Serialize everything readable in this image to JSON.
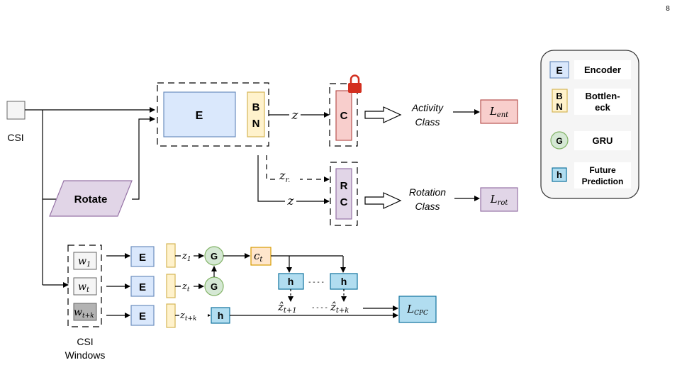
{
  "page_number": "8",
  "csi_label": "CSI",
  "rotate_label": "Rotate",
  "encoder_letter": "E",
  "bn_letters": [
    "B",
    "N"
  ],
  "classifier_letter": "C",
  "rc_letters": [
    "R",
    "C"
  ],
  "z_label": "z",
  "z_r_label": "z",
  "z_r_sub": "r.",
  "activity_class": [
    "Activity",
    "Class"
  ],
  "rotation_class": [
    "Rotation",
    "Class"
  ],
  "loss_ent": {
    "main": "L",
    "sub": "ent"
  },
  "loss_rot": {
    "main": "L",
    "sub": "rot"
  },
  "loss_cpc": {
    "main": "L",
    "sub": "CPC"
  },
  "windows": [
    {
      "main": "w",
      "sub": "1"
    },
    {
      "main": "w",
      "sub": "t"
    },
    {
      "main": "w",
      "sub": "t+k"
    }
  ],
  "csi_windows_label": [
    "CSI",
    "Windows"
  ],
  "z_rows": [
    {
      "main": "z",
      "sub": "1"
    },
    {
      "main": "z",
      "sub": "t"
    },
    {
      "main": "z",
      "sub": "t+k"
    }
  ],
  "gru_letter": "G",
  "context": {
    "main": "c",
    "sub": "t"
  },
  "h_letter": "h",
  "dots": "- - - -",
  "zhat_1": {
    "main": "ẑ",
    "sub": "t+1"
  },
  "zhat_2": {
    "main": "ẑ",
    "sub": "t+k"
  },
  "legend": {
    "items": [
      {
        "symbol": "E",
        "label": "Encoder"
      },
      {
        "symbol": "B N",
        "label": "Bottlen-eck"
      },
      {
        "symbol": "G",
        "label": "GRU"
      },
      {
        "symbol": "h",
        "label": "Future Prediction"
      }
    ],
    "bottleneck_lines": [
      "Bottlen-",
      "eck"
    ],
    "future_lines": [
      "Future",
      "Prediction"
    ]
  },
  "colors": {
    "encoder_fill": "#dae8fc",
    "encoder_stroke": "#6c8ebf",
    "bn_fill": "#fff2cc",
    "bn_stroke": "#d6b656",
    "classifier_fill": "#f8cecc",
    "classifier_stroke": "#b85450",
    "rc_fill": "#e1d5e7",
    "rc_stroke": "#9673a6",
    "gru_fill": "#d5e8d4",
    "gru_stroke": "#82b366",
    "h_fill": "#b1ddf0",
    "h_stroke": "#10739e",
    "context_fill": "#ffe6cc",
    "context_stroke": "#d79b00",
    "lock": "#d32f1f",
    "legend_bg": "#f5f5f5",
    "window_fill": "#f5f5f5",
    "window_dark": "#b3b3b3"
  }
}
